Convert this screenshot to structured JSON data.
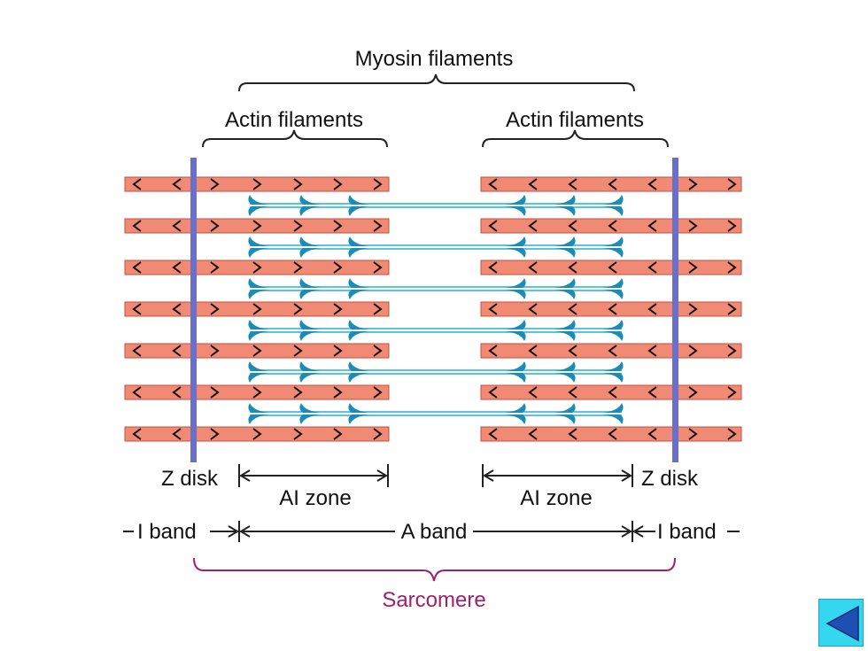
{
  "labels": {
    "myosin": "Myosin filaments",
    "actin_left": "Actin filaments",
    "actin_right": "Actin filaments",
    "z_disk_left": "Z disk",
    "z_disk_right": "Z disk",
    "ai_zone_left": "AI zone",
    "ai_zone_right": "AI zone",
    "i_band_left": "I band",
    "a_band": "A band",
    "i_band_right": "I band",
    "sarcomere": "Sarcomere"
  },
  "colors": {
    "actin": "#f08a74",
    "actin_edge": "#c0503c",
    "myosin": "#1a8cb8",
    "myosin_line": "#5cc4e0",
    "z_disk": "#6a70c8",
    "sarcomere_brace": "#a0206e",
    "nav_button": "#34d6f0"
  },
  "nav": {
    "back_icon": "left-triangle-icon"
  }
}
